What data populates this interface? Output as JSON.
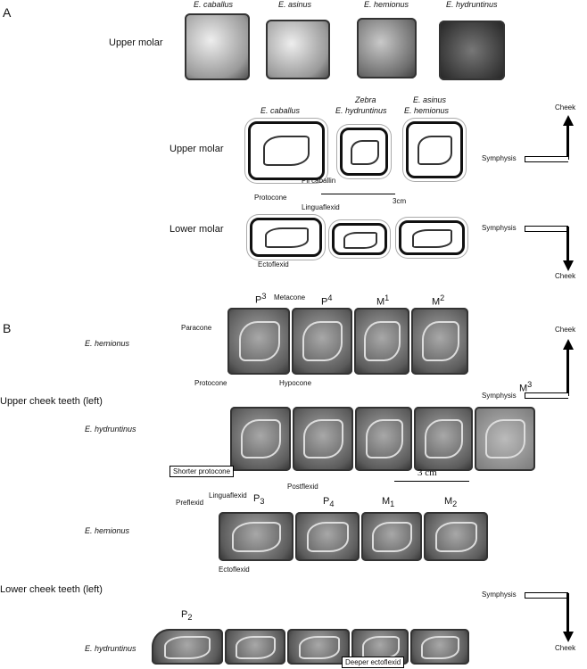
{
  "panelA": {
    "label": "A",
    "photos": {
      "row_label": "Upper molar",
      "species": [
        "E. caballus",
        "E. asinus",
        "E. hemionus",
        "E. hydruntinus"
      ]
    },
    "drawings": {
      "groups": [
        [
          "E. caballus"
        ],
        [
          "Zebra",
          "E. hydruntinus"
        ],
        [
          "E. asinus",
          "E. hemionus"
        ]
      ],
      "upper_label": "Upper molar",
      "lower_label": "Lower molar",
      "annotations": {
        "pli": "Pli caballin",
        "protocone": "Protocone",
        "linguaflexid": "Linguaflexid",
        "ectoflexid": "Ectoflexid"
      },
      "scale": "3cm"
    },
    "orientation": {
      "upper": {
        "cheek": "Cheek",
        "symphysis": "Symphysis"
      },
      "lower": {
        "cheek": "Cheek",
        "symphysis": "Symphysis"
      }
    }
  },
  "panelB": {
    "label": "B",
    "upper": {
      "title": "Upper cheek teeth (left)",
      "hemionus": "E. hemionus",
      "hydruntinus": "E. hydruntinus",
      "teeth": [
        "P",
        "P",
        "M",
        "M"
      ],
      "sups": [
        "3",
        "4",
        "1",
        "2"
      ],
      "m3": "M",
      "m3sup": "3",
      "annotations": {
        "paracone": "Paracone",
        "metacone": "Metacone",
        "protocone": "Protocone",
        "hypocone": "Hypocone",
        "shorter": "Shorter protocone"
      },
      "scale": "3 cm"
    },
    "lower": {
      "title": "Lower cheek teeth (left)",
      "hemionus": "E. hemionus",
      "hydruntinus": "E. hydruntinus",
      "teeth": [
        "P",
        "P",
        "M",
        "M"
      ],
      "subs": [
        "3",
        "4",
        "1",
        "2"
      ],
      "p2": "P",
      "p2sub": "2",
      "annotations": {
        "preflexid": "Preflexid",
        "linguaflexid": "Linguaflexid",
        "postflexid": "Postflexid",
        "ectoflexid": "Ectoflexid",
        "deeper": "Deeper ectoflexid"
      }
    },
    "orientation": {
      "upper": {
        "cheek": "Cheek",
        "symphysis": "Symphysis"
      },
      "lower": {
        "cheek": "Cheek",
        "symphysis": "Symphysis"
      }
    }
  }
}
